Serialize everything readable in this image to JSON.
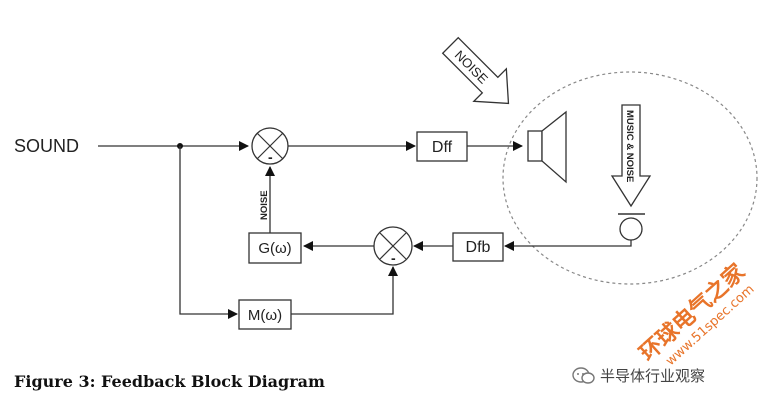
{
  "diagram": {
    "input_label": "SOUND",
    "blocks": {
      "dff": "Dff",
      "dfb": "Dfb",
      "g": "G(ω)",
      "m": "M(ω)"
    },
    "noise_arrow_label": "NOISE",
    "music_noise_label": "MUSIC & NOISE",
    "feedback_noise_label": "NOISE",
    "sum_top_sign": "-",
    "sum_bottom_sign": "-"
  },
  "caption": "Figure 3: Feedback Block Diagram",
  "watermark": {
    "site_cn": "环球电气之家",
    "site_url": "www.51spec.com",
    "account": "半导体行业观察"
  },
  "colors": {
    "line": "#333333",
    "dashed_circle": "#888888",
    "watermark_orange": "#e8742a"
  }
}
